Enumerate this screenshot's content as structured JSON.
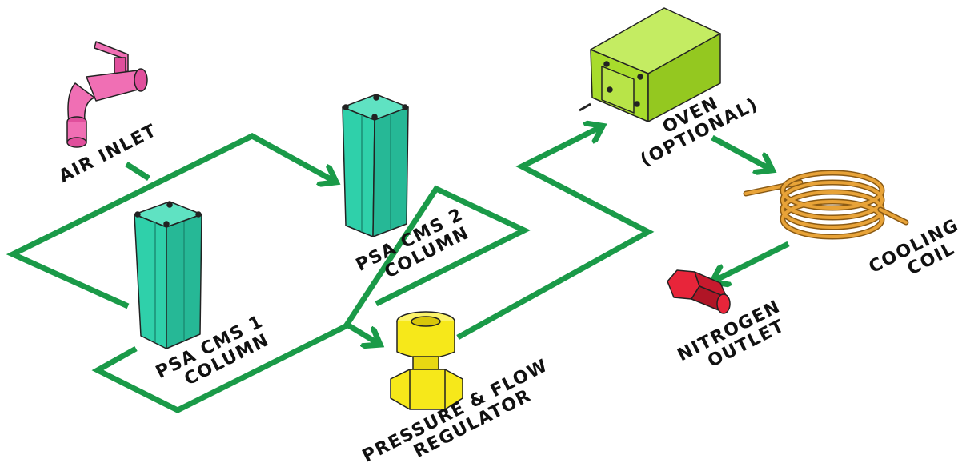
{
  "components": {
    "air_inlet": {
      "label": "AIR INLET"
    },
    "psa_column_1": {
      "label_line1": "PSA CMS 1",
      "label_line2": "COLUMN"
    },
    "psa_column_2": {
      "label_line1": "PSA CMS 2",
      "label_line2": "COLUMN"
    },
    "regulator": {
      "label_line1": "PRESSURE & FLOW",
      "label_line2": "REGULATOR"
    },
    "oven": {
      "label_line1": "OVEN",
      "label_line2": "(OPTIONAL)"
    },
    "cooling_coil": {
      "label_line1": "COOLING",
      "label_line2": "COIL"
    },
    "nitrogen_outlet": {
      "label_line1": "NITROGEN",
      "label_line2": "OUTLET"
    }
  },
  "colors": {
    "flow_line": "#1a9a48",
    "air_inlet": "#f06fb4",
    "psa_column": "#2fd0aa",
    "regulator": "#f6e81a",
    "oven": "#a8dc2c",
    "cooling_coil": "#e8a338",
    "nitrogen_outlet": "#e8253a",
    "outline": "#222222"
  }
}
